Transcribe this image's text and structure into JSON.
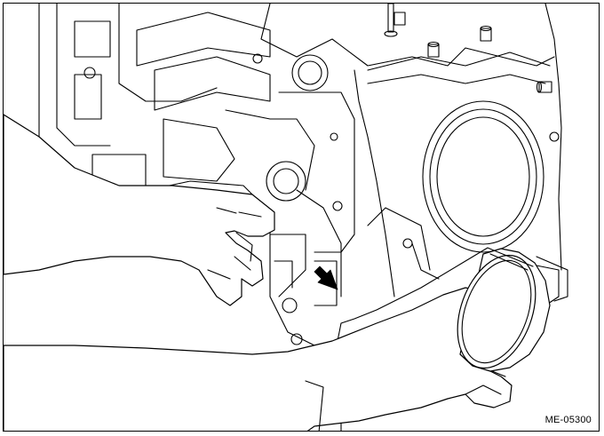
{
  "figure": {
    "reference_code": "ME-05300",
    "colors": {
      "line": "#000000",
      "background": "#ffffff",
      "frame": "#000000"
    },
    "icons": [
      "engine-block-illustration",
      "hands-illustration",
      "oil-seal-illustration",
      "arrow-icon"
    ]
  }
}
